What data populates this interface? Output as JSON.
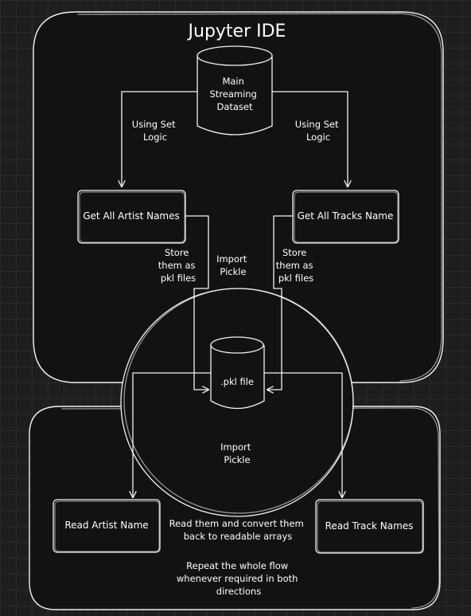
{
  "colors": {
    "background": "#1e1e1e",
    "panel": "#121212",
    "stroke": "#f2f2f2",
    "text": "#ffffff"
  },
  "title": "Jupyter IDE",
  "nodes": {
    "main_dataset": [
      "Main",
      "Streaming",
      "Dataset"
    ],
    "artist_names": "Get All Artist Names",
    "tracks_name": "Get All Tracks Name",
    "pkl_file": ".pkl file",
    "read_artist": "Read Artist Name",
    "read_tracks": "Read Track Names"
  },
  "labels": {
    "set_logic_left": [
      "Using Set",
      "Logic"
    ],
    "set_logic_right": [
      "Using Set",
      "Logic"
    ],
    "store_left": [
      "Store",
      "them as",
      "pkl files"
    ],
    "store_right": [
      "Store",
      "them as",
      "pkl files"
    ],
    "import_pickle_top": [
      "Import",
      "Pickle"
    ],
    "import_pickle_bottom": [
      "Import",
      "Pickle"
    ],
    "read_convert": [
      "Read them and convert them",
      "back to readable arrays"
    ],
    "repeat_flow": [
      "Repeat the whole flow",
      "whenever required in both",
      "directions"
    ]
  }
}
